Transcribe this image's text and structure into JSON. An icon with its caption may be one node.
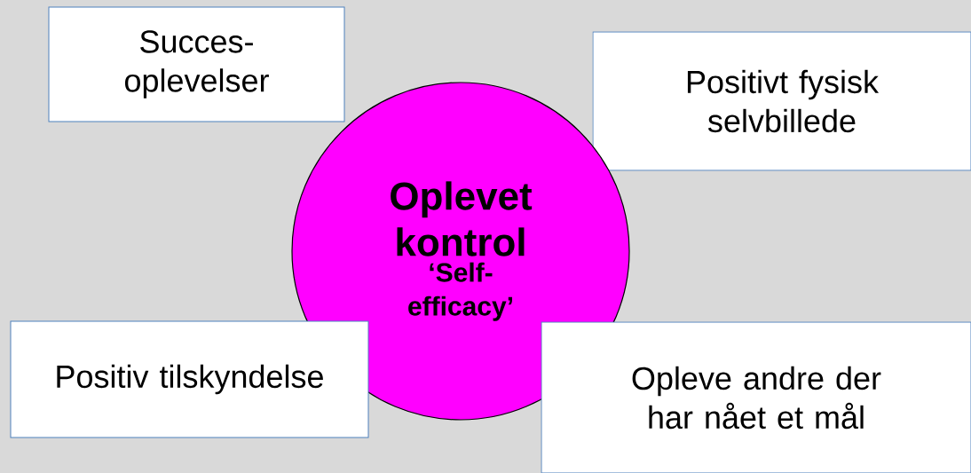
{
  "diagram": {
    "nodes": [
      {
        "text": [
          "Succes- oplevelser"
        ]
      },
      {
        "text": [
          "Positivt fysisk selvbillede"
        ]
      },
      {
        "text": [
          "Oplevet kontrol",
          "‘Self- efficacy’"
        ]
      },
      {
        "text": [
          "Positiv tilskyndelse"
        ]
      },
      {
        "text": [
          "Opleve andre der har nået et mål"
        ]
      }
    ]
  }
}
